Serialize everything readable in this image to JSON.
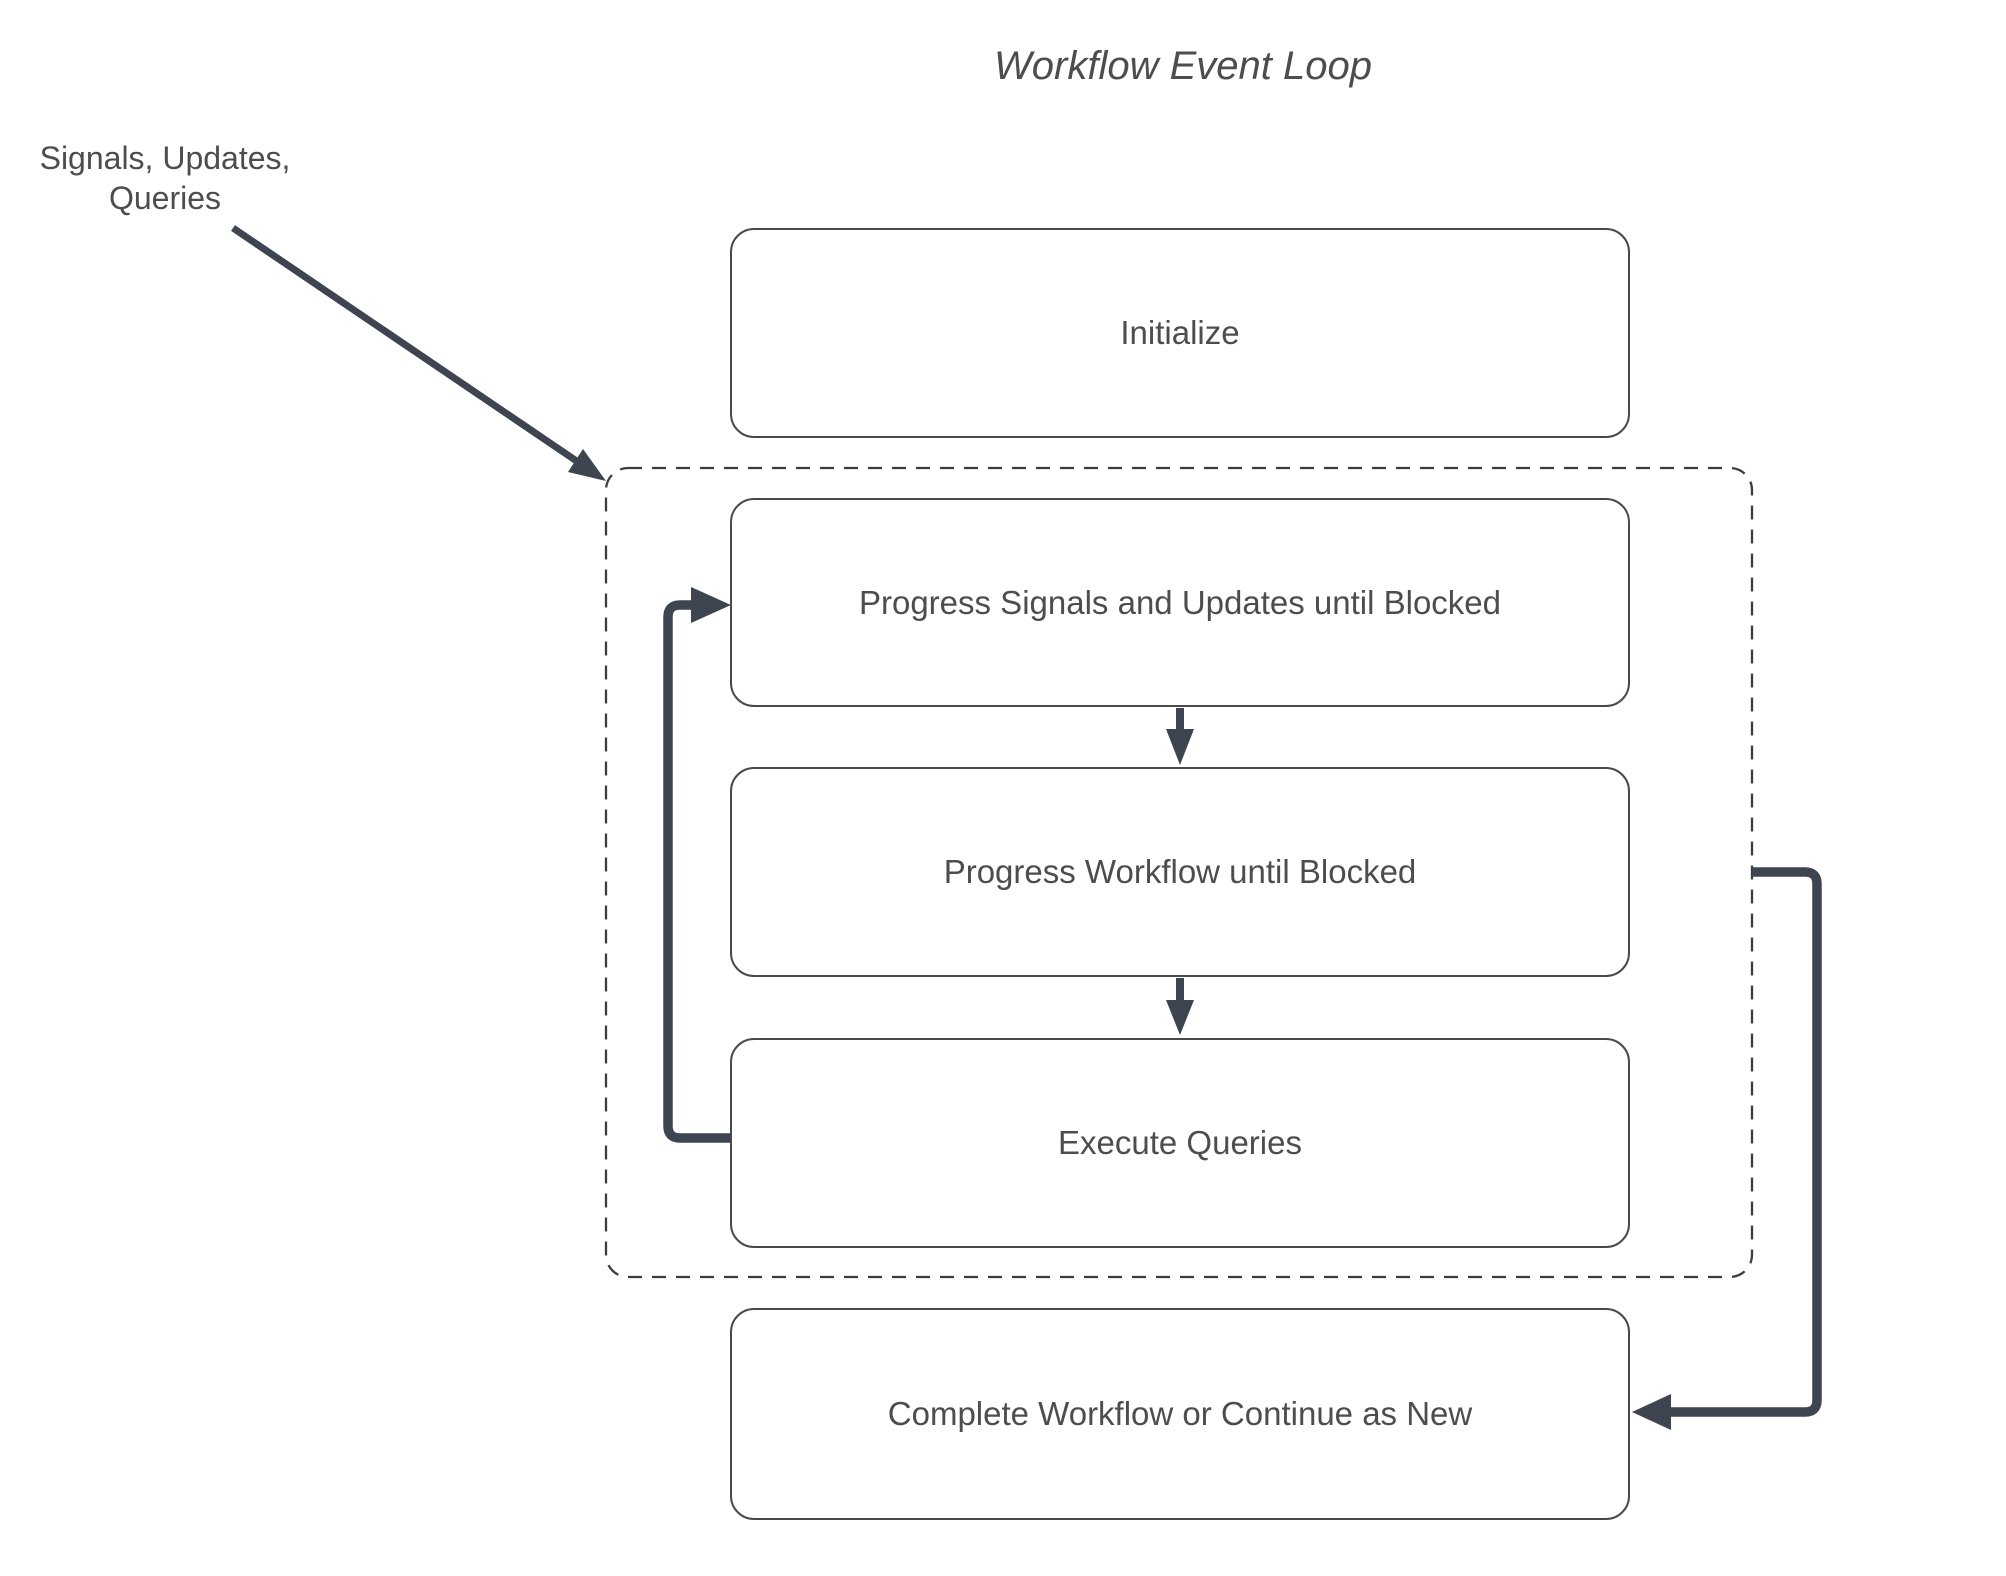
{
  "title": "Workflow Event Loop",
  "annotation": {
    "line1": "Signals, Updates,",
    "line2": "Queries"
  },
  "nodes": {
    "initialize": {
      "label": "Initialize"
    },
    "progress_signals": {
      "label": "Progress Signals and Updates until Blocked"
    },
    "progress_workflow": {
      "label": "Progress Workflow until Blocked"
    },
    "execute_queries": {
      "label": "Execute Queries"
    },
    "complete": {
      "label": "Complete Workflow or Continue as New"
    }
  },
  "group": {
    "name": "event-loop-dashed-group",
    "style": "dashed-rounded-rectangle"
  },
  "edges": [
    {
      "from": "signals-updates-queries-annotation",
      "to": "event-loop-dashed-group",
      "style": "thin-diagonal-arrow"
    },
    {
      "from": "progress_signals",
      "to": "progress_workflow",
      "style": "down-arrow"
    },
    {
      "from": "progress_workflow",
      "to": "execute_queries",
      "style": "down-arrow"
    },
    {
      "from": "execute_queries",
      "to": "progress_signals",
      "style": "thick-loop-left"
    },
    {
      "from": "event-loop-dashed-group",
      "to": "complete",
      "style": "thick-loop-right"
    }
  ],
  "colors": {
    "background": "#ffffff",
    "node_fill": "#ffffff",
    "node_border": "#4a4a4a",
    "text": "#4d4d4d",
    "arrow": "#3e4450",
    "dashed_border": "#3d3d3d"
  }
}
